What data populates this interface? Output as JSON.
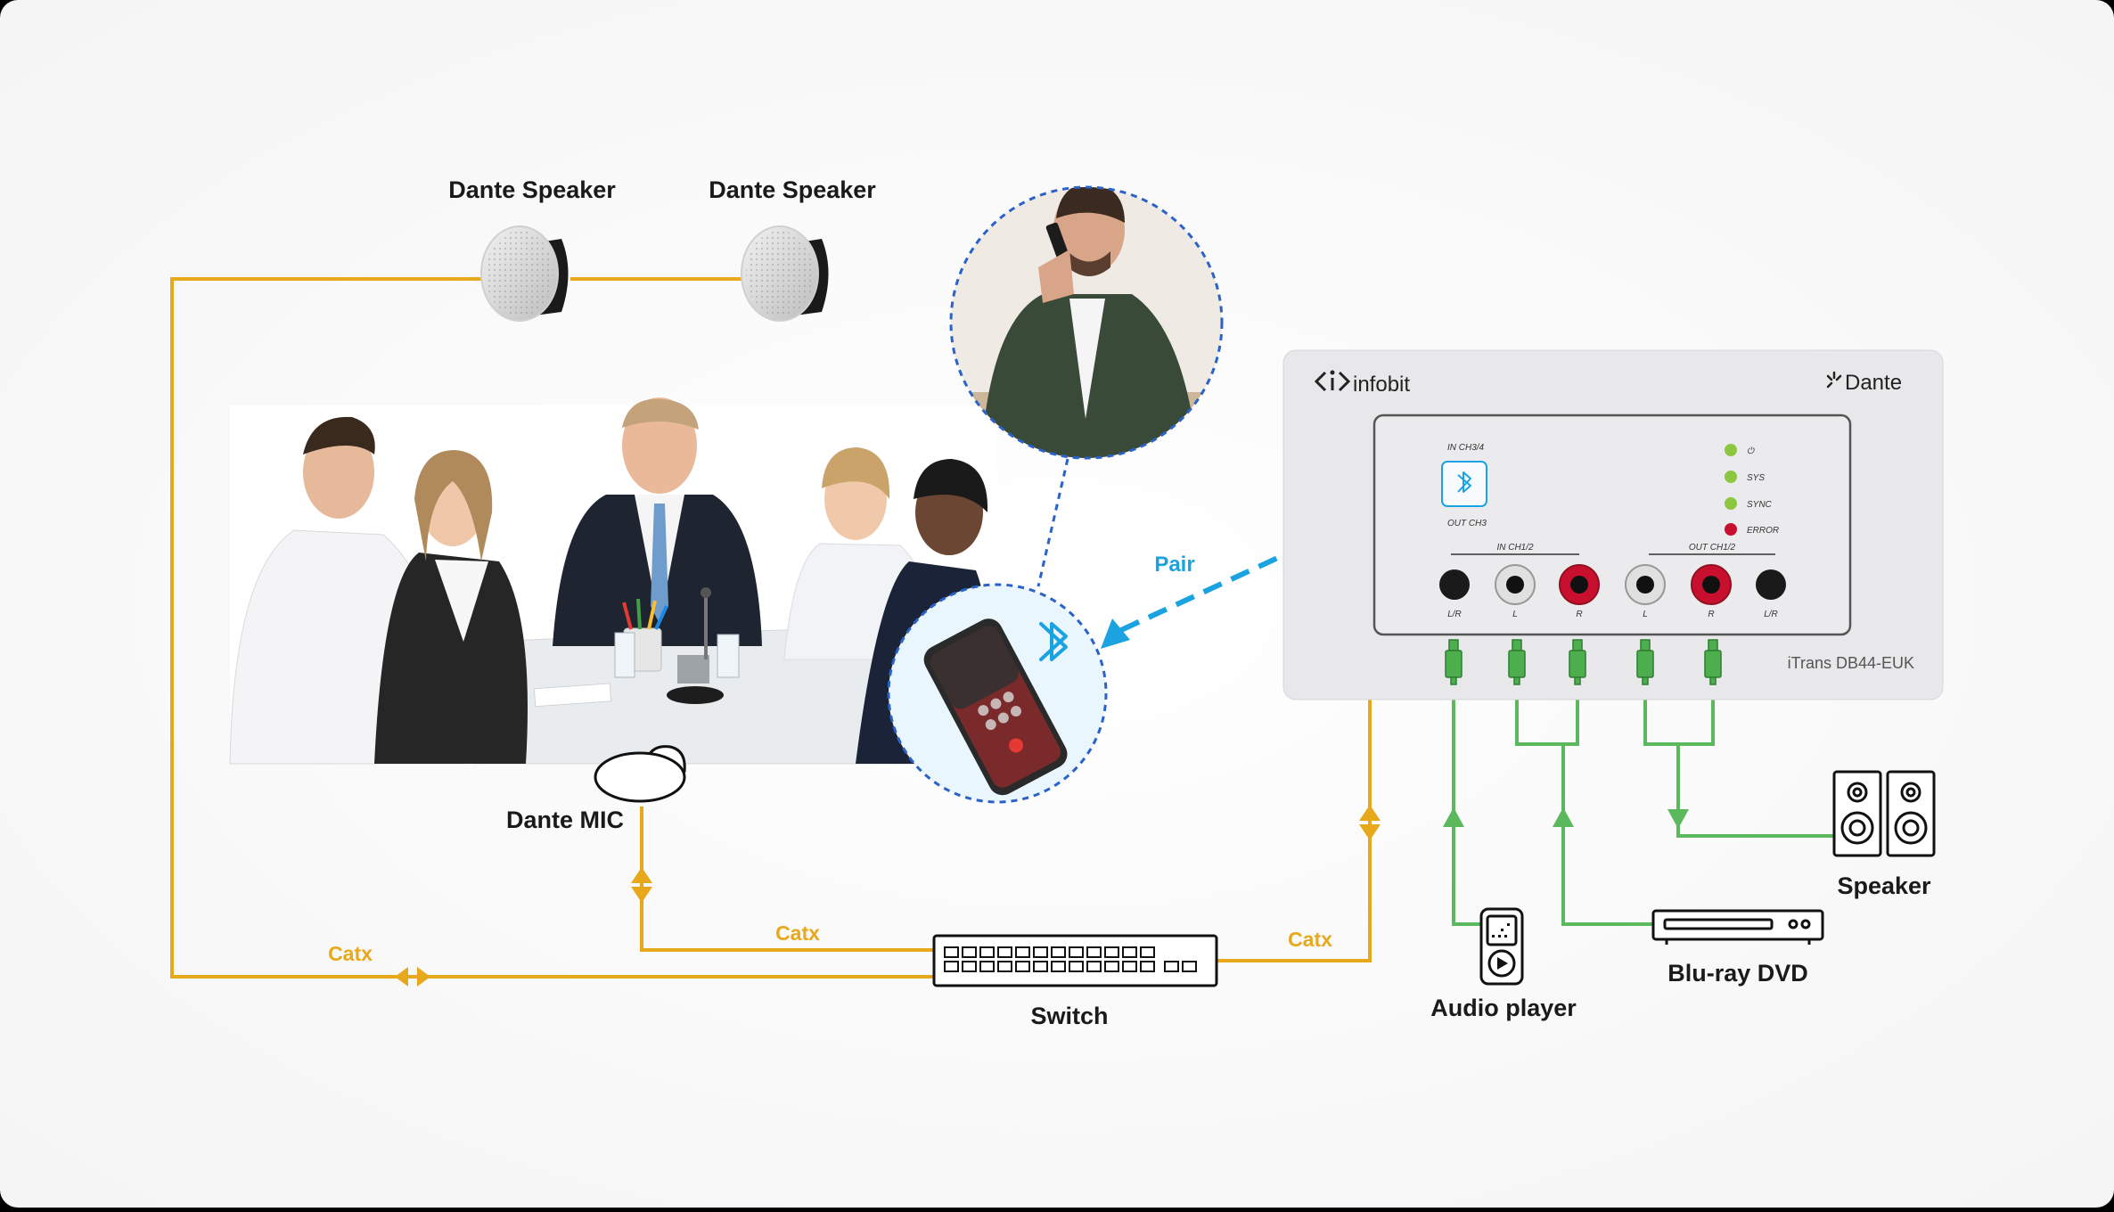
{
  "labels": {
    "speaker_left": "Dante Speaker",
    "speaker_right": "Dante Speaker",
    "mic": "Dante MIC",
    "switch": "Switch",
    "audio_player": "Audio player",
    "bluray": "Blu-ray DVD",
    "speaker": "Speaker",
    "pair": "Pair",
    "catx_left": "Catx",
    "catx_mid": "Catx",
    "catx_right": "Catx"
  },
  "device": {
    "brand": "infobit",
    "brand_right": "Dante",
    "model": "iTrans DB44-EUK",
    "bt_in": "IN CH3/4",
    "bt_out": "OUT CH3",
    "in_group": "IN CH1/2",
    "out_group": "OUT CH1/2",
    "leds": [
      "⏻",
      "SYS",
      "SYNC",
      "ERROR"
    ],
    "led_colors": [
      "#8dc63f",
      "#8dc63f",
      "#8dc63f",
      "#c8102e"
    ],
    "jacks": [
      "L/R",
      "L",
      "R",
      "L",
      "R",
      "L/R"
    ]
  },
  "colors": {
    "catx": "#e8a81c",
    "analog": "#5cb85c",
    "bluetooth": "#1aa3e0",
    "dashed": "#2a62c9"
  }
}
